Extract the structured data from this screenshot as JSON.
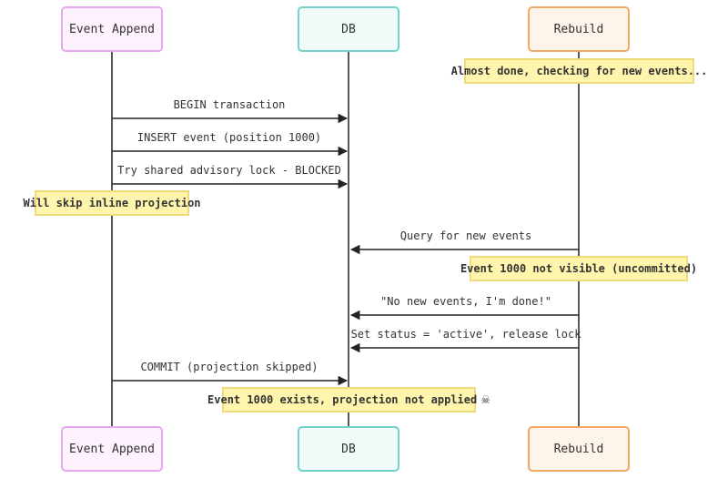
{
  "actors": {
    "event_append": "Event Append",
    "db": "DB",
    "rebuild": "Rebuild"
  },
  "messages": [
    {
      "from": "event_append",
      "to": "db",
      "text": "BEGIN transaction"
    },
    {
      "from": "event_append",
      "to": "db",
      "text": "INSERT event (position 1000)"
    },
    {
      "from": "event_append",
      "to": "db",
      "text": "Try shared advisory lock - BLOCKED"
    },
    {
      "from": "rebuild",
      "to": "db",
      "text": "Query for new events"
    },
    {
      "from": "rebuild",
      "to": "db",
      "text": "\"No new events, I'm done!\""
    },
    {
      "from": "rebuild",
      "to": "db",
      "text": "Set status = 'active', release lock"
    },
    {
      "from": "event_append",
      "to": "db",
      "text": "COMMIT (projection skipped)"
    }
  ],
  "notes": [
    {
      "over": "rebuild",
      "text": "Almost done, checking for new events..."
    },
    {
      "over": "event_append",
      "text": "Will skip inline projection"
    },
    {
      "over": "rebuild",
      "text": "Event 1000 not visible (uncommitted)"
    },
    {
      "over": "db",
      "text": "Event 1000 exists, projection not applied",
      "icon": "skull-icon"
    }
  ],
  "colors": {
    "event_append": "#e8a8f0",
    "db": "#6fd3cc",
    "rebuild": "#f2a865",
    "note_bg": "#fff5ad",
    "note_border": "#eed97b",
    "line": "#222222"
  }
}
